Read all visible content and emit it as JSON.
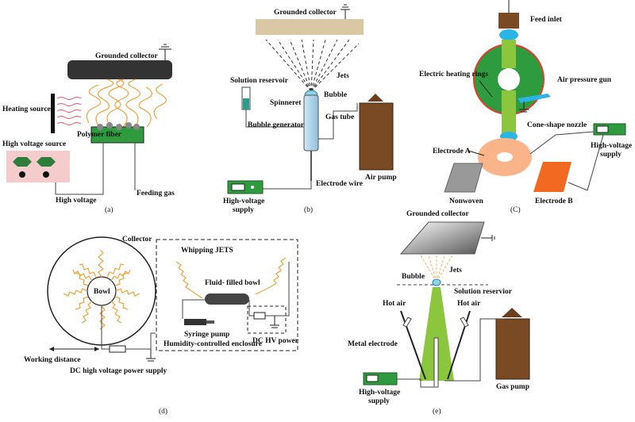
{
  "panel_a": {
    "collector": "Grounded collector",
    "heating": "Heating source",
    "fiber": "Polymer fiber",
    "hv_source": "High voltage source",
    "high_voltage": "High voltage",
    "feeding_gas": "Feeding gas",
    "caption": "(a)"
  },
  "panel_b": {
    "collector": "Grounded collector",
    "jets": "Jets",
    "reservoir": "Solution reservoir",
    "bubble": "Bubble",
    "spinneret": "Spinneret",
    "bubble_gen": "Bubble generator",
    "gas_tube": "Gas tube",
    "air_pump": "Air pump",
    "electrode_wire": "Electrode wire",
    "hv_supply_1": "High-voltage",
    "hv_supply_2": "supply",
    "caption": "(b)"
  },
  "panel_c": {
    "feed_inlet": "Feed inlet",
    "heating_rings": "Electric heating rings",
    "air_gun": "Air pressure gun",
    "nozzle": "Cone-shape nozzle",
    "electrode_a": "Electrode A",
    "hv_supply_1": "High-voltage",
    "hv_supply_2": "supply",
    "nonwoven": "Nonwoven",
    "electrode_b": "Electrode B",
    "caption": "(C)"
  },
  "panel_d": {
    "collector": "Collector",
    "bowl": "Bowl",
    "whipping": "Whipping JETS",
    "fluid_bowl": "Fluid- filled bowl",
    "syringe": "Syringe pump",
    "enclosure": "Humidity-controlled enclosure",
    "dc_hv": "DC HV power",
    "working_distance": "Working distance",
    "dc_supply": "DC high voltage power supply",
    "caption": "(d)"
  },
  "panel_e": {
    "collector": "Grounded collector",
    "jets": "Jets",
    "bubble": "Bubble",
    "reservoir": "Solution reservior",
    "hot_air_l": "Hot air",
    "hot_air_r": "Hot air",
    "metal_electrode": "Metal electrode",
    "hv_supply_1": "High-voltage",
    "hv_supply_2": "supply",
    "gas_pump": "Gas pump",
    "caption": "(e)"
  },
  "colors": {
    "fiber": "#f2a23a",
    "green": "#8cc63f",
    "dark_green": "#2e8b2e",
    "brown": "#7a4a24",
    "cyan": "#29b6e6",
    "pink": "#f4cccc",
    "salmon": "#f9b48a",
    "orange": "#f26a21",
    "red": "#e63a2a"
  }
}
